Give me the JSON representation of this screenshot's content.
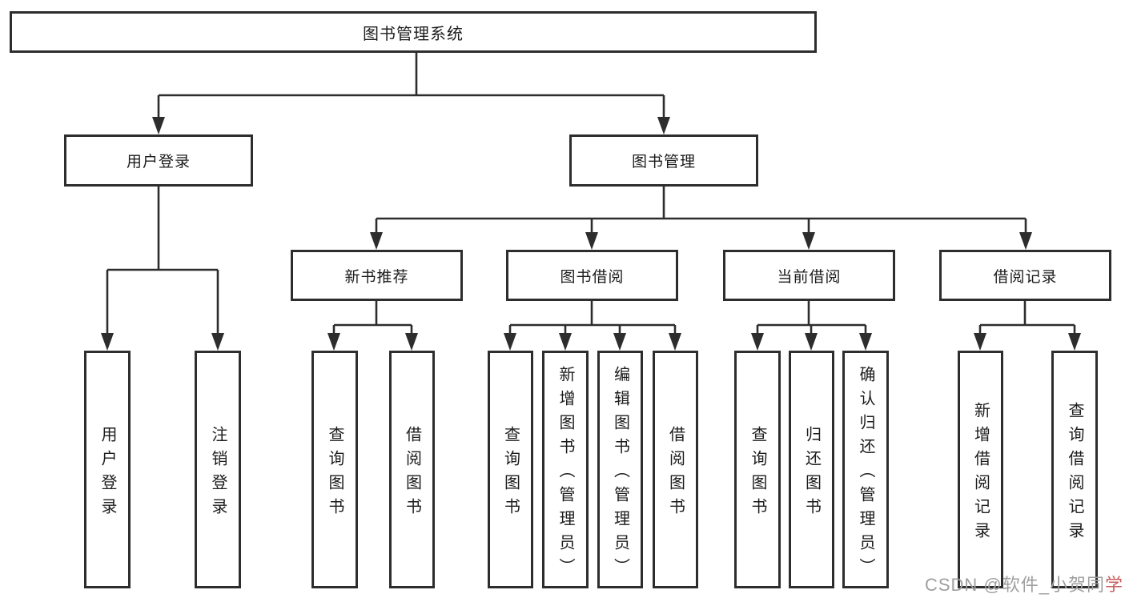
{
  "tree": {
    "root": "图书管理系统",
    "branches": [
      {
        "label": "用户登录",
        "children": [
          "用户登录",
          "注销登录"
        ]
      },
      {
        "label": "图书管理",
        "children": [
          {
            "label": "新书推荐",
            "children": [
              "查询图书",
              "借阅图书"
            ]
          },
          {
            "label": "图书借阅",
            "children": [
              "查询图书",
              "新增图书（管理员）",
              "编辑图书（管理员）",
              "借阅图书"
            ]
          },
          {
            "label": "当前借阅",
            "children": [
              "查询图书",
              "归还图书",
              "确认归还（管理员）"
            ]
          },
          {
            "label": "借阅记录",
            "children": [
              "新增借阅记录",
              "查询借阅记录"
            ]
          }
        ]
      }
    ]
  },
  "colors": {
    "line": "#2d2d2d",
    "text": "#1c1c1c",
    "watermark_gray": "#9f9f9f",
    "watermark_red": "#c75f5f"
  },
  "watermark": {
    "prefix": "CSDN @软件_小贺同",
    "suffix": "学"
  }
}
